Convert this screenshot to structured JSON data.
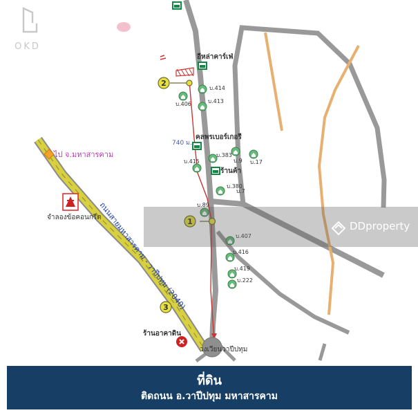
{
  "map": {
    "destination_label": "ไป จ.มหาสารคาม",
    "main_road_label": "ถนนสายมหาสารคาม - วาปีปทุม (2040)",
    "distance_label": "740 ม.",
    "points": [
      {
        "number": "1"
      },
      {
        "number": "2"
      },
      {
        "number": "3"
      }
    ],
    "places": {
      "cafe": "อีหล่าคาร์เฟ่",
      "club": "คลพรเบอร์เกอรี",
      "shop": "ร้านค้า",
      "concrete": "จำลองข้อคอนกรีต",
      "restaurant": "ร้านอาคาดิน",
      "roundabout": "วงเวียนวาปีปทุม"
    },
    "house_labels": [
      "บ.414",
      "บ.406",
      "บ.413",
      "บ.383",
      "บ.9",
      "บ.17",
      "บ.415",
      "บ.380",
      "บ.7",
      "บ.89",
      "บ.407",
      "บ.416",
      "บ.419",
      "บ.222"
    ]
  },
  "logo": {
    "text": "OKD"
  },
  "watermark": {
    "text": "DDproperty"
  },
  "banner": {
    "title": "ที่ดิน",
    "subtitle": "ติดถนน อ.วาปีปทุม มหาสารคาม"
  },
  "colors": {
    "road_gray": "#999999",
    "main_road_yellow": "#d9d040",
    "orange_road": "#e8b070",
    "route_red": "#cc3333",
    "point_yellow": "#e8e040",
    "banner_blue": "#173f66"
  }
}
